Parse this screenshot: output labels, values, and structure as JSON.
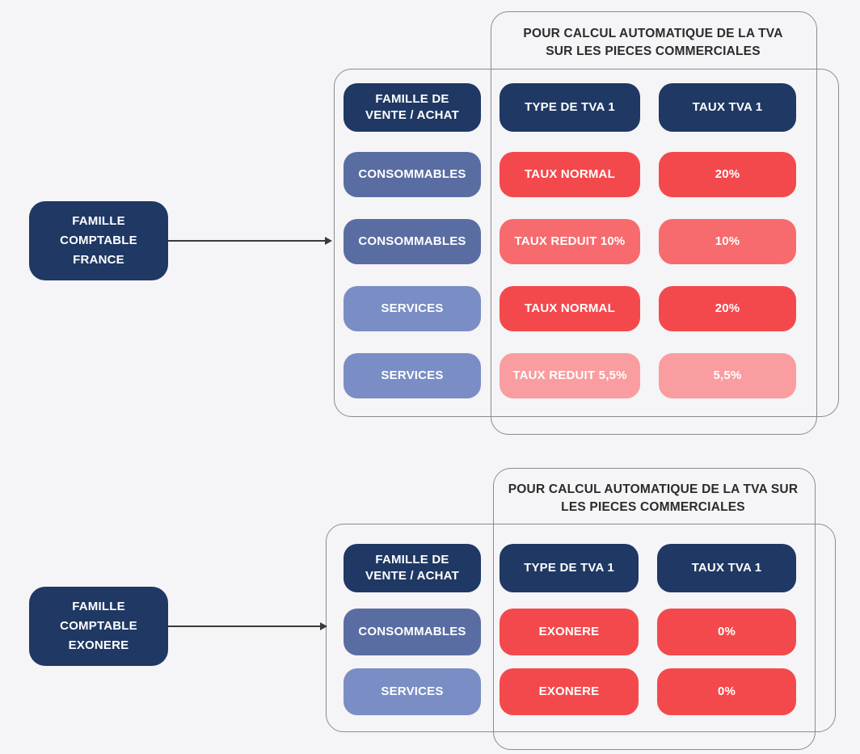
{
  "palette": {
    "background": "#f5f4f6",
    "navy": "#1f3864",
    "blue_medium": "#5a6da3",
    "blue_light": "#7a8dc5",
    "red_strong": "#f4494c",
    "red_medium": "#f76b6e",
    "red_light": "#fa9da0",
    "outline": "#8c8c8c",
    "arrow": "#3a3a3a",
    "title_text": "#2b2b2b"
  },
  "top": {
    "source": {
      "color": "navy",
      "line1": "FAMILLE",
      "line2": "COMPTABLE",
      "line3": "FRANCE"
    },
    "panel_title": {
      "line1": "POUR CALCUL AUTOMATIQUE DE LA TVA",
      "line2": "SUR LES PIECES COMMERCIALES"
    },
    "headers": {
      "color": "navy",
      "famille_line1": "FAMILLE DE",
      "famille_line2": "VENTE / ACHAT",
      "type": "TYPE DE TVA 1",
      "taux": "TAUX TVA 1"
    },
    "rows": [
      {
        "famille": "CONSOMMABLES",
        "famille_color": "blue_medium",
        "type": "TAUX NORMAL",
        "type_color": "red_strong",
        "taux": "20%",
        "taux_color": "red_strong"
      },
      {
        "famille": "CONSOMMABLES",
        "famille_color": "blue_medium",
        "type": "TAUX REDUIT 10%",
        "type_color": "red_medium",
        "taux": "10%",
        "taux_color": "red_medium"
      },
      {
        "famille": "SERVICES",
        "famille_color": "blue_light",
        "type": "TAUX NORMAL",
        "type_color": "red_strong",
        "taux": "20%",
        "taux_color": "red_strong"
      },
      {
        "famille": "SERVICES",
        "famille_color": "blue_light",
        "type": "TAUX REDUIT 5,5%",
        "type_color": "red_light",
        "taux": "5,5%",
        "taux_color": "red_light"
      }
    ]
  },
  "bottom": {
    "source": {
      "color": "navy",
      "line1": "FAMILLE",
      "line2": "COMPTABLE",
      "line3": "EXONERE"
    },
    "panel_title": {
      "line1": "POUR CALCUL AUTOMATIQUE DE LA TVA SUR",
      "line2": "LES PIECES COMMERCIALES"
    },
    "headers": {
      "color": "navy",
      "famille_line1": "FAMILLE DE",
      "famille_line2": "VENTE / ACHAT",
      "type": "TYPE DE TVA 1",
      "taux": "TAUX TVA 1"
    },
    "rows": [
      {
        "famille": "CONSOMMABLES",
        "famille_color": "blue_medium",
        "type": "EXONERE",
        "type_color": "red_strong",
        "taux": "0%",
        "taux_color": "red_strong"
      },
      {
        "famille": "SERVICES",
        "famille_color": "blue_light",
        "type": "EXONERE",
        "type_color": "red_strong",
        "taux": "0%",
        "taux_color": "red_strong"
      }
    ]
  }
}
